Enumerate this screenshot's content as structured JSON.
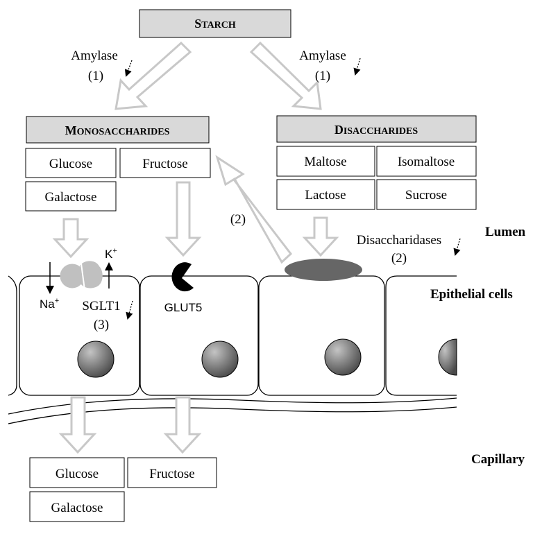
{
  "starch": {
    "first": "S",
    "rest": "TARCH"
  },
  "amylase_left": {
    "label": "Amylase",
    "num": "(1)"
  },
  "amylase_right": {
    "label": "Amylase",
    "num": "(1)"
  },
  "mono": {
    "first": "M",
    "rest": "ONOSACCHARIDES"
  },
  "di": {
    "first": "D",
    "rest": "ISACCHARIDES"
  },
  "mono_items": [
    "Glucose",
    "Fructose",
    "Galactose"
  ],
  "di_items": [
    "Maltose",
    "Isomaltose",
    "Lactose",
    "Sucrose"
  ],
  "step2_arrow": "(2)",
  "disaccharidases": {
    "label": "Disaccharidases",
    "num": "(2)"
  },
  "regions": {
    "lumen": "Lumen",
    "epithelial": "Epithelial cells",
    "capillary": "Capillary"
  },
  "sglt1": {
    "na": "Na",
    "na_sup": "+",
    "k": "K",
    "k_sup": "+",
    "label": "SGLT1",
    "num": "(3)"
  },
  "glut5": "GLUT5",
  "cap_items": [
    "Glucose",
    "Fructose",
    "Galactose"
  ],
  "colors": {
    "header_fill": "#d9d9d9",
    "hollow_arrow": "#c8c8c8",
    "transporter": "#c0c0c0",
    "enzyme": "#666666"
  }
}
